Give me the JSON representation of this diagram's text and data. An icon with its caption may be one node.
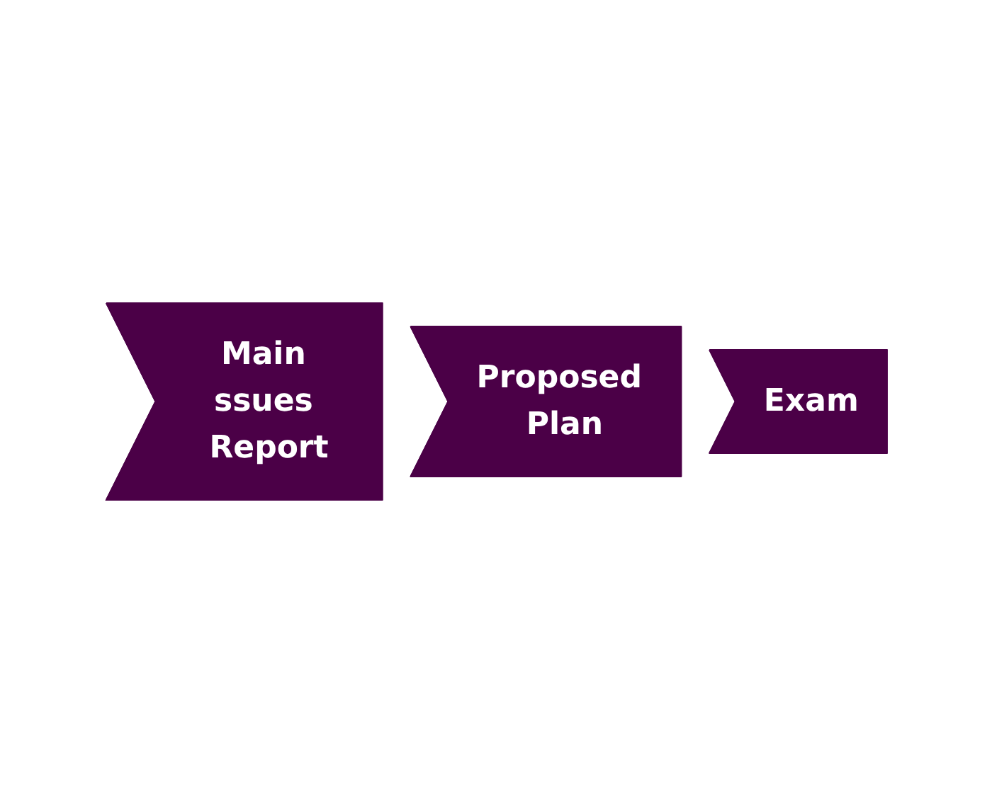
{
  "diagram": {
    "nodes": [
      {
        "text": [
          "Main ssues Report"
        ]
      },
      {
        "text": [
          "Proposed Plan"
        ]
      },
      {
        "text": [
          "Exam"
        ]
      }
    ]
  }
}
